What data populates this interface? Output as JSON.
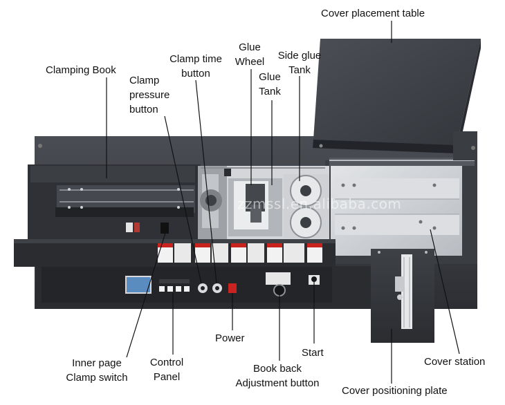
{
  "labels": {
    "cover_placement_table": "Cover placement table",
    "clamping_book": "Clamping Book",
    "clamp_pressure_button": [
      "Clamp",
      "pressure",
      "button"
    ],
    "clamp_time_button": [
      "Clamp time",
      "button"
    ],
    "glue_wheel": [
      "Glue",
      "Wheel"
    ],
    "glue_tank": [
      "Glue",
      "Tank"
    ],
    "side_glue_tank": [
      "Side glue",
      "Tank"
    ],
    "power": "Power",
    "start": "Start",
    "inner_page_clamp_switch": [
      "Inner page",
      "Clamp switch"
    ],
    "control_panel": [
      "Control",
      "Panel"
    ],
    "book_back_adjustment_button": [
      "Book back",
      "Adjustment button"
    ],
    "cover_station": "Cover station",
    "cover_positioning_plate": "Cover positioning plate"
  },
  "watermark": "zzmssl.en.alibaba.com",
  "colors": {
    "machine_dark": "#3a3d42",
    "machine_black": "#1e1f22",
    "steel": "#c9ccd0",
    "warning_red": "#c8231f",
    "leader_line": "#111111"
  }
}
